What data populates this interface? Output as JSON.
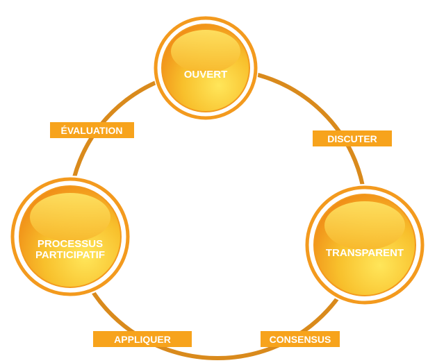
{
  "colors": {
    "ring": "#d98a1c",
    "node_outer": "#f39a1e",
    "node_inner_light": "#fde055",
    "node_inner_dark": "#f4a51f",
    "tag_fill": "#f7a31c",
    "label": "#ffffff"
  },
  "nodes": {
    "top": "OUVERT",
    "right": "TRANSPARENT",
    "left_line1": "PROCESSUS",
    "left_line2": "PARTICIPATIF"
  },
  "tags": {
    "evaluation": "ÉVALUATION",
    "discuter": "DISCUTER",
    "consensus": "CONSENSUS",
    "appliquer": "APPLIQUER"
  }
}
